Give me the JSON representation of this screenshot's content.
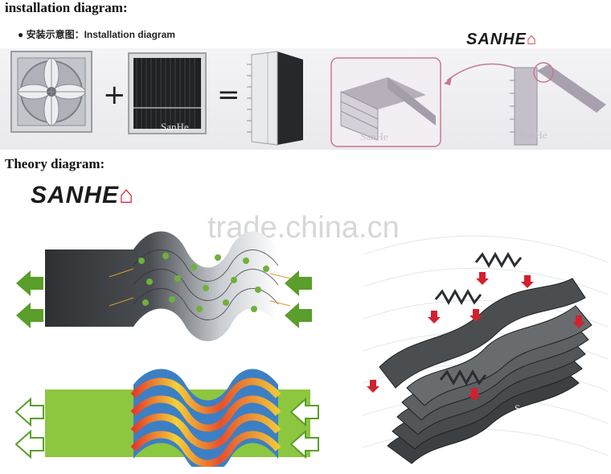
{
  "installation": {
    "heading": "installation diagram:",
    "bullet_text": "● 安装示意图：Installation diagram",
    "plus_symbol": "+",
    "equals_symbol": "="
  },
  "theory": {
    "heading": "Theory diagram:"
  },
  "brand": {
    "logo_text": "SANHE",
    "watermark": "SanHe",
    "site_watermark": "trade.china.cn"
  },
  "colors": {
    "logo_red": "#d2202f",
    "arrow_green": "#5a9e2b",
    "pad_dark": "#2e3133"
  }
}
